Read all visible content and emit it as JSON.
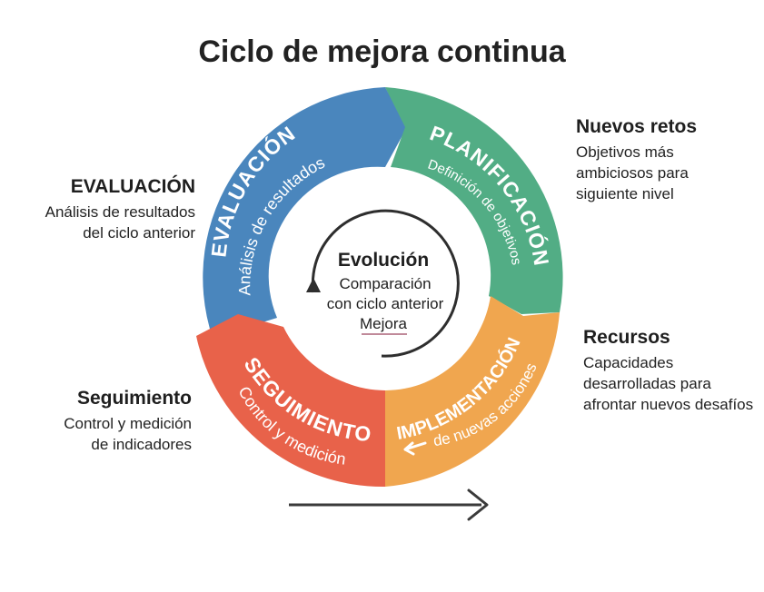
{
  "title": "Ciclo de mejora continua",
  "colors": {
    "evaluacion": "#4a86bd",
    "planificacion": "#52ad85",
    "implementacion": "#f0a64f",
    "seguimiento": "#e8624a",
    "text_dark": "#1f1f1f",
    "arrow": "#3a3a3a"
  },
  "segments": {
    "evaluacion": {
      "title": "EVALUACIÓN",
      "subtitle": "Análisis de resultados"
    },
    "planificacion": {
      "title": "PLANIFICACIÓN",
      "subtitle": "Definición de objetivos"
    },
    "implementacion": {
      "title": "IMPLEMENTACIÓN",
      "subtitle": "de nuevas acciones"
    },
    "seguimiento": {
      "title": "SEGUIMIENTO",
      "subtitle": "Control y medición"
    }
  },
  "center": {
    "title": "Evolución",
    "line1": "Comparación",
    "line2": "con ciclo anterior",
    "line3": "Mejora"
  },
  "sides": {
    "evaluacion": {
      "heading": "EVALUACIÓN",
      "lines": [
        "Análisis de resultados",
        "del ciclo anterior"
      ]
    },
    "nuevos_retos": {
      "heading": "Nuevos retos",
      "lines": [
        "Objetivos más",
        "ambiciosos para",
        "siguiente nivel"
      ]
    },
    "recursos": {
      "heading": "Recursos",
      "lines": [
        "Capacidades",
        "desarrolladas para",
        "afrontar nuevos desafíos"
      ]
    },
    "seguimiento": {
      "heading": "Seguimiento",
      "lines": [
        "Control y medición",
        "de indicadores"
      ]
    }
  }
}
